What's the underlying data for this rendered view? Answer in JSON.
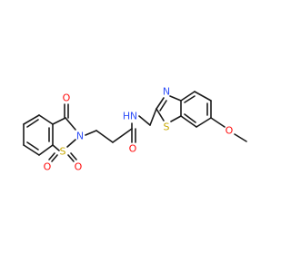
{
  "molecule": {
    "atoms": [
      {
        "id": "o_ketone",
        "label": "O",
        "color": "#ff0d0d"
      },
      {
        "id": "n_ring",
        "label": "N",
        "color": "#3050f8"
      },
      {
        "id": "s_ring",
        "label": "S",
        "color": "#c8a800"
      },
      {
        "id": "o_s1",
        "label": "O",
        "color": "#ff0d0d"
      },
      {
        "id": "o_s2",
        "label": "O",
        "color": "#ff0d0d"
      },
      {
        "id": "o_amide",
        "label": "O",
        "color": "#ff0d0d"
      },
      {
        "id": "nh",
        "label": "N",
        "color": "#3050f8"
      },
      {
        "id": "h_nh",
        "label": "H",
        "color": "#3050f8"
      },
      {
        "id": "n_thz",
        "label": "N",
        "color": "#3050f8"
      },
      {
        "id": "s_thz",
        "label": "S",
        "color": "#c8a800"
      },
      {
        "id": "o_meo",
        "label": "O",
        "color": "#ff0d0d"
      }
    ],
    "bond_color": "#1a1a1a"
  }
}
